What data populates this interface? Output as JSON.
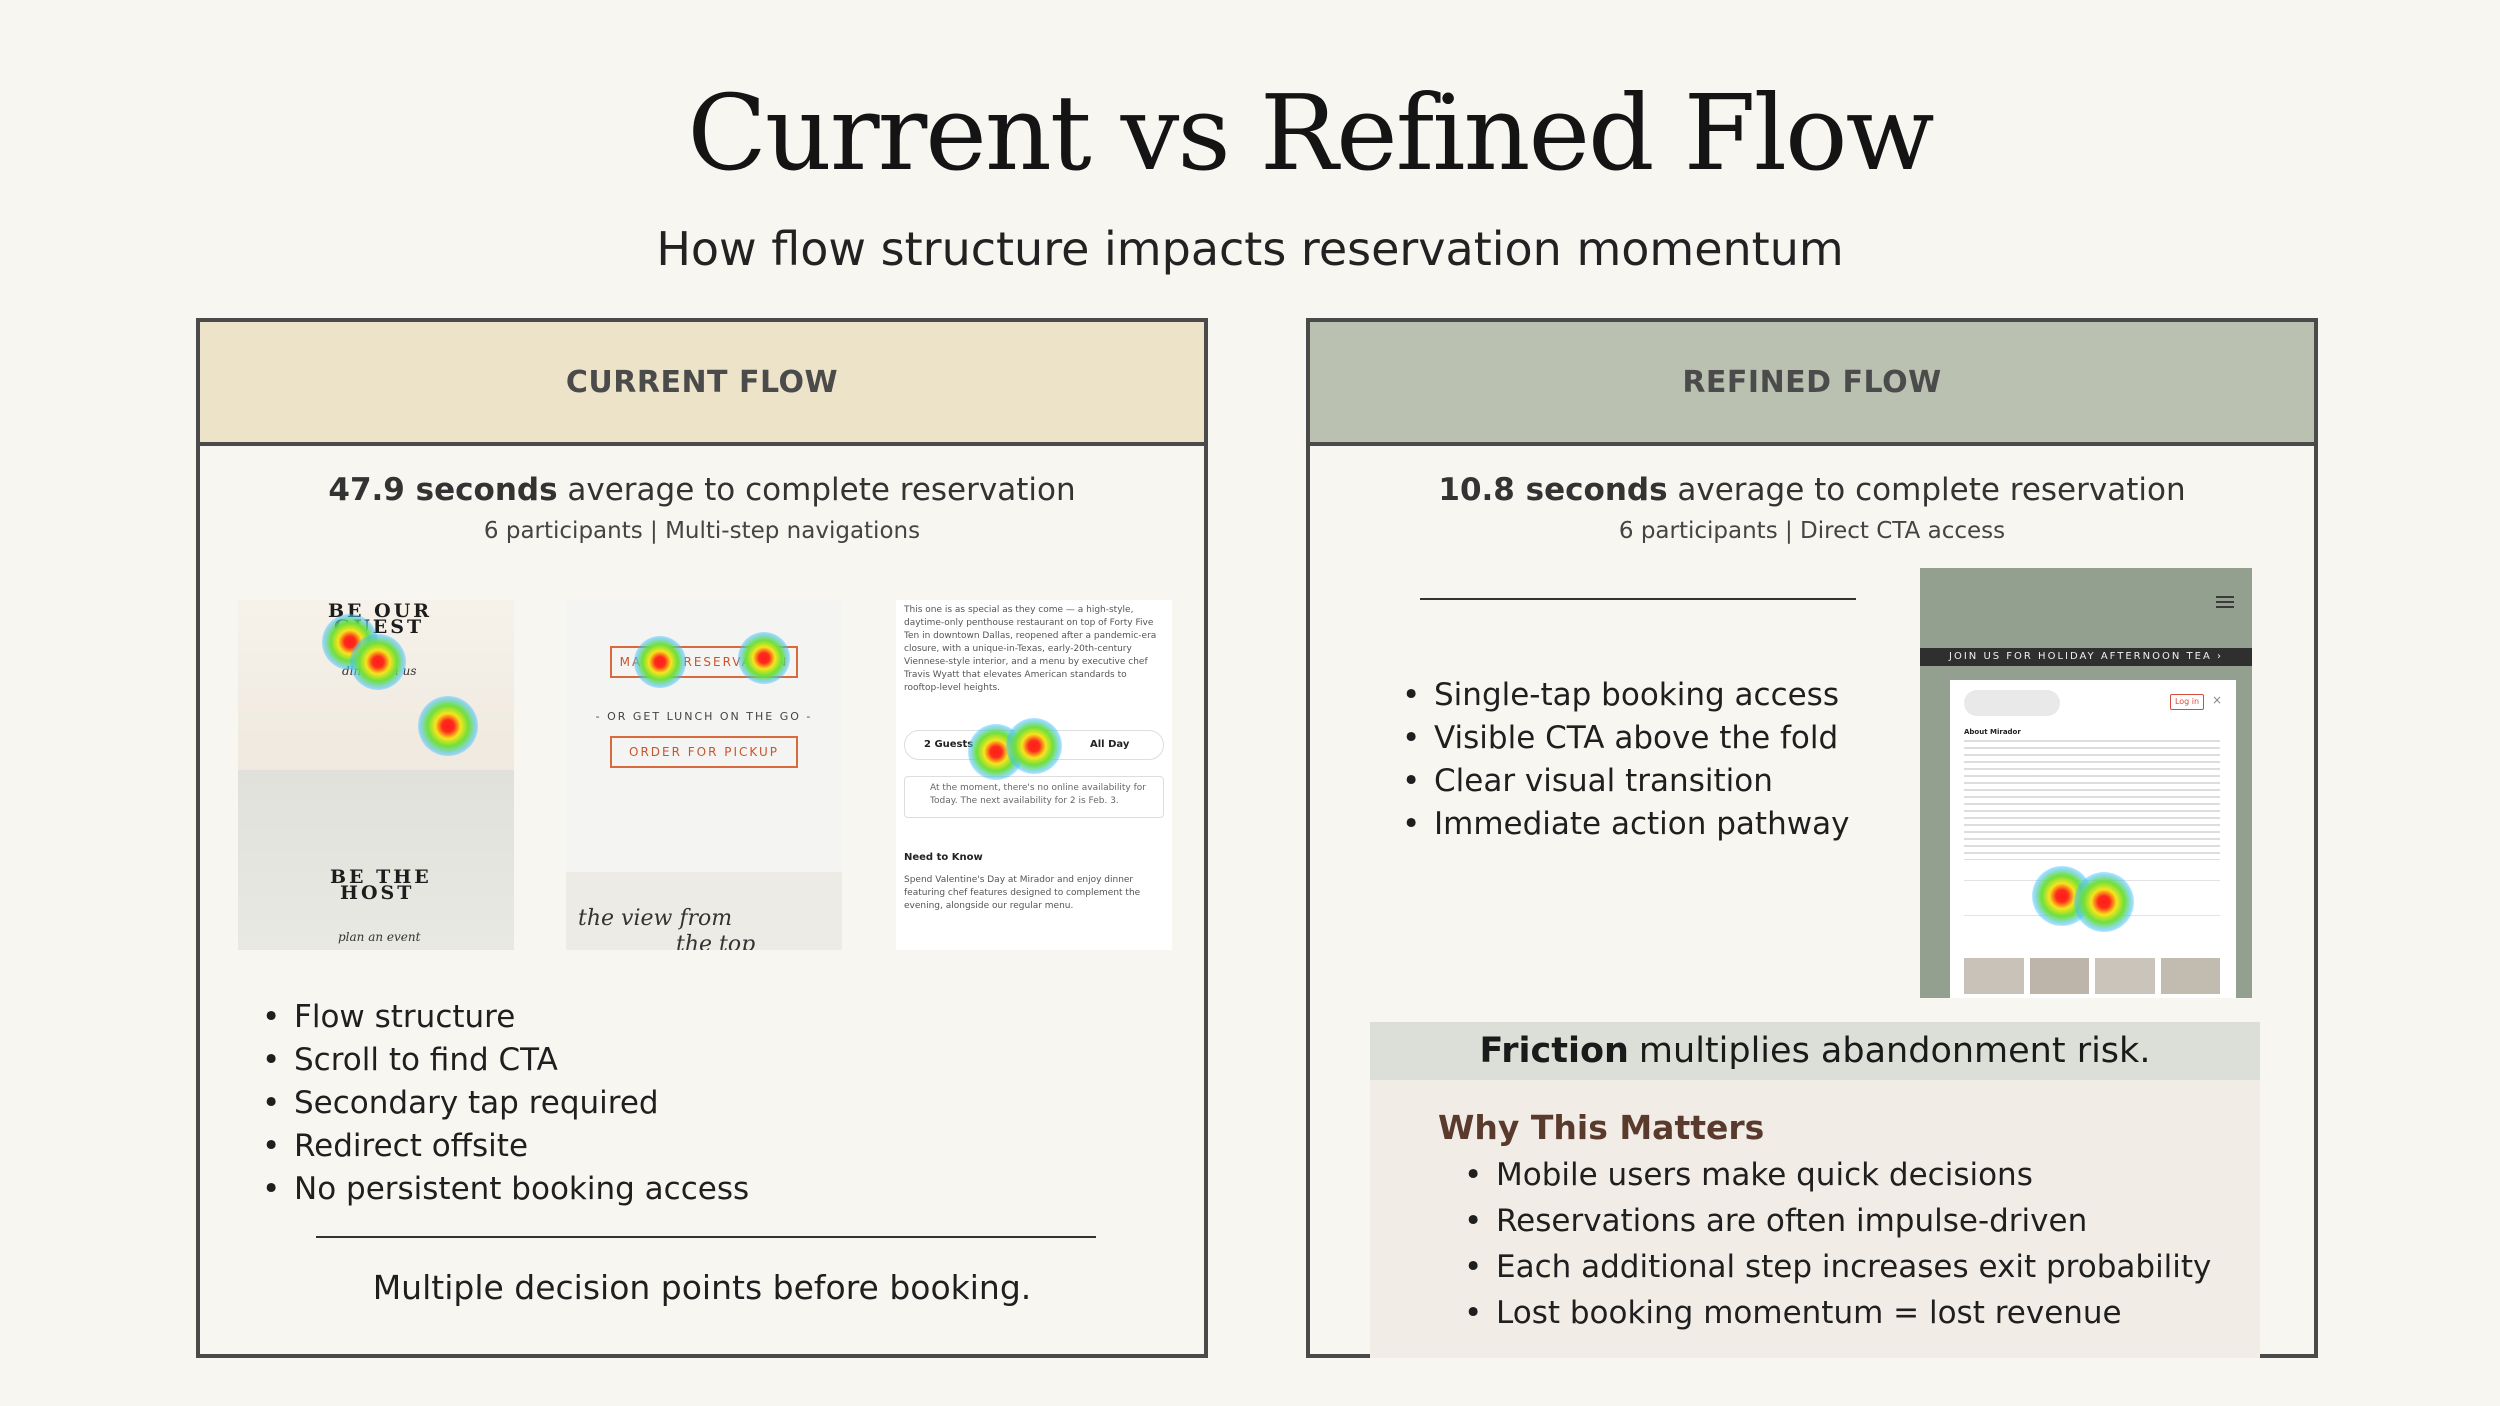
{
  "page": {
    "title": "Current vs Refined Flow",
    "subtitle": "How flow structure impacts reservation momentum"
  },
  "current": {
    "header": "CURRENT FLOW",
    "stat_value": "47.9 seconds",
    "stat_text": " average to complete reservation",
    "stat_sub": "6 participants | Multi-step navigations",
    "bullets": [
      "Flow structure",
      "Scroll to find CTA",
      "Secondary tap required",
      "Redirect offsite",
      "No persistent booking access"
    ],
    "footer": "Multiple decision points before booking.",
    "thumb1": {
      "line1": "BE OUR",
      "line2": "GUEST",
      "script1": "dine with us",
      "line3": "BE THE",
      "line4": "HOST",
      "script2": "plan an event"
    },
    "thumb2": {
      "btn1": "MAKE A RESERVATION",
      "divider": "- OR GET LUNCH ON THE GO -",
      "btn2": "ORDER FOR PICKUP",
      "script": "the view from",
      "script2": "the top"
    },
    "thumb3": {
      "para": "This one is as special as they come — a high-style, daytime-only penthouse restaurant on top of Forty Five Ten in downtown Dallas, reopened after a pandemic-era closure, with a unique-in-Texas, early-20th-century Viennese-style interior, and a menu by executive chef Travis Wyatt that elevates American standards to rooftop-level heights.",
      "guests": "2 Guests",
      "allday": "All Day",
      "notice": "At the moment, there's no online availability for Today. The next availability for 2 is Feb. 3.",
      "need_title": "Need to Know",
      "need_text": "Spend Valentine's Day at Mirador and enjoy dinner featuring chef features designed to complement the evening, alongside our regular menu."
    }
  },
  "refined": {
    "header": "REFINED FLOW",
    "stat_value": "10.8 seconds",
    "stat_text": " average to complete reservation",
    "stat_sub": "6 participants | Direct CTA access",
    "bullets": [
      "Single-tap booking access",
      "Visible CTA above the fold",
      "Clear visual transition",
      "Immediate action pathway"
    ],
    "phone": {
      "banner": "JOIN US FOR HOLIDAY AFTERNOON TEA ›",
      "login": "Log in",
      "about": "About Mirador"
    },
    "callout_strong": "Friction",
    "callout_rest": "multiplies abandonment risk.",
    "why_title": "Why This Matters",
    "why_bullets": [
      "Mobile users make quick decisions",
      "Reservations are often impulse-driven",
      "Each additional step increases exit probability",
      "Lost booking momentum = lost revenue"
    ]
  }
}
